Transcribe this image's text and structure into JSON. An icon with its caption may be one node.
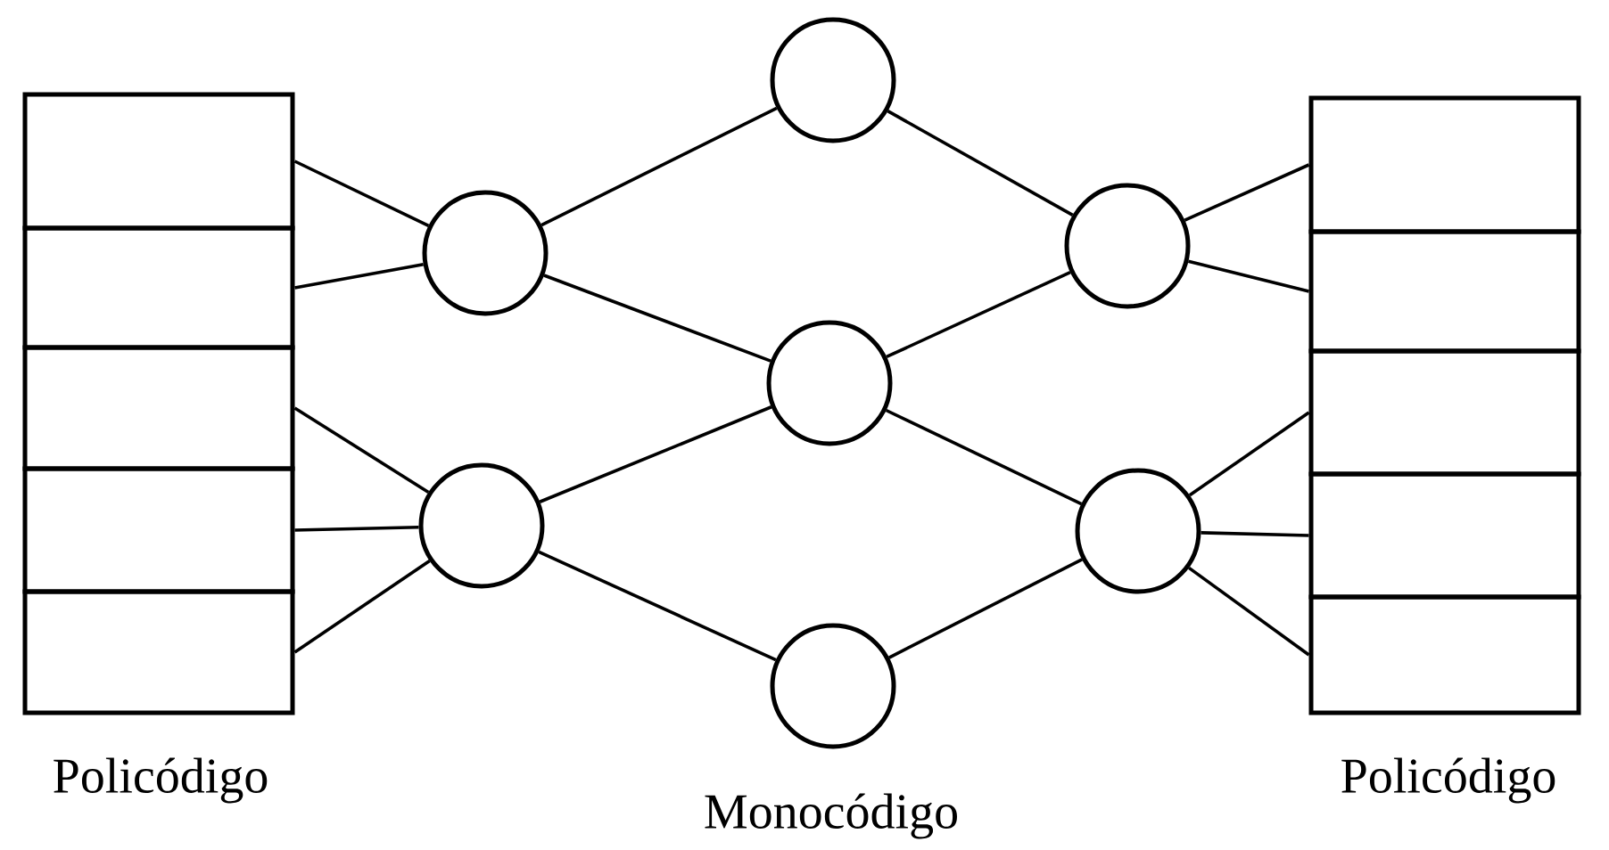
{
  "diagram": {
    "nodes": [
      {
        "text": [],
        "shape": "box"
      },
      {
        "text": [],
        "shape": "box"
      },
      {
        "text": [],
        "shape": "box"
      },
      {
        "text": [],
        "shape": "box"
      },
      {
        "text": [],
        "shape": "box"
      },
      {
        "text": [],
        "shape": "circle"
      },
      {
        "text": [],
        "shape": "circle"
      },
      {
        "text": [],
        "shape": "circle"
      },
      {
        "text": [],
        "shape": "circle"
      },
      {
        "text": [],
        "shape": "circle"
      },
      {
        "text": [],
        "shape": "circle"
      },
      {
        "text": [],
        "shape": "circle"
      },
      {
        "text": [],
        "shape": "box"
      },
      {
        "text": [],
        "shape": "box"
      },
      {
        "text": [],
        "shape": "box"
      },
      {
        "text": [],
        "shape": "box"
      },
      {
        "text": [],
        "shape": "box"
      }
    ],
    "edges": [
      {
        "from": 0,
        "to": 5,
        "arrow": "none"
      },
      {
        "from": 1,
        "to": 5,
        "arrow": "none"
      },
      {
        "from": 2,
        "to": 6,
        "arrow": "none"
      },
      {
        "from": 3,
        "to": 6,
        "arrow": "none"
      },
      {
        "from": 4,
        "to": 6,
        "arrow": "none"
      },
      {
        "from": 5,
        "to": 7,
        "arrow": "none"
      },
      {
        "from": 5,
        "to": 8,
        "arrow": "none"
      },
      {
        "from": 6,
        "to": 8,
        "arrow": "none"
      },
      {
        "from": 6,
        "to": 9,
        "arrow": "none"
      },
      {
        "from": 7,
        "to": 10,
        "arrow": "none"
      },
      {
        "from": 8,
        "to": 10,
        "arrow": "none"
      },
      {
        "from": 8,
        "to": 11,
        "arrow": "none"
      },
      {
        "from": 9,
        "to": 11,
        "arrow": "none"
      },
      {
        "from": 10,
        "to": 12,
        "arrow": "none"
      },
      {
        "from": 10,
        "to": 13,
        "arrow": "none"
      },
      {
        "from": 11,
        "to": 14,
        "arrow": "none"
      },
      {
        "from": 11,
        "to": 15,
        "arrow": "none"
      },
      {
        "from": 11,
        "to": 16,
        "arrow": "none"
      }
    ],
    "labels": [
      "Policódigo",
      "Monocódigo",
      "Policódigo"
    ]
  }
}
